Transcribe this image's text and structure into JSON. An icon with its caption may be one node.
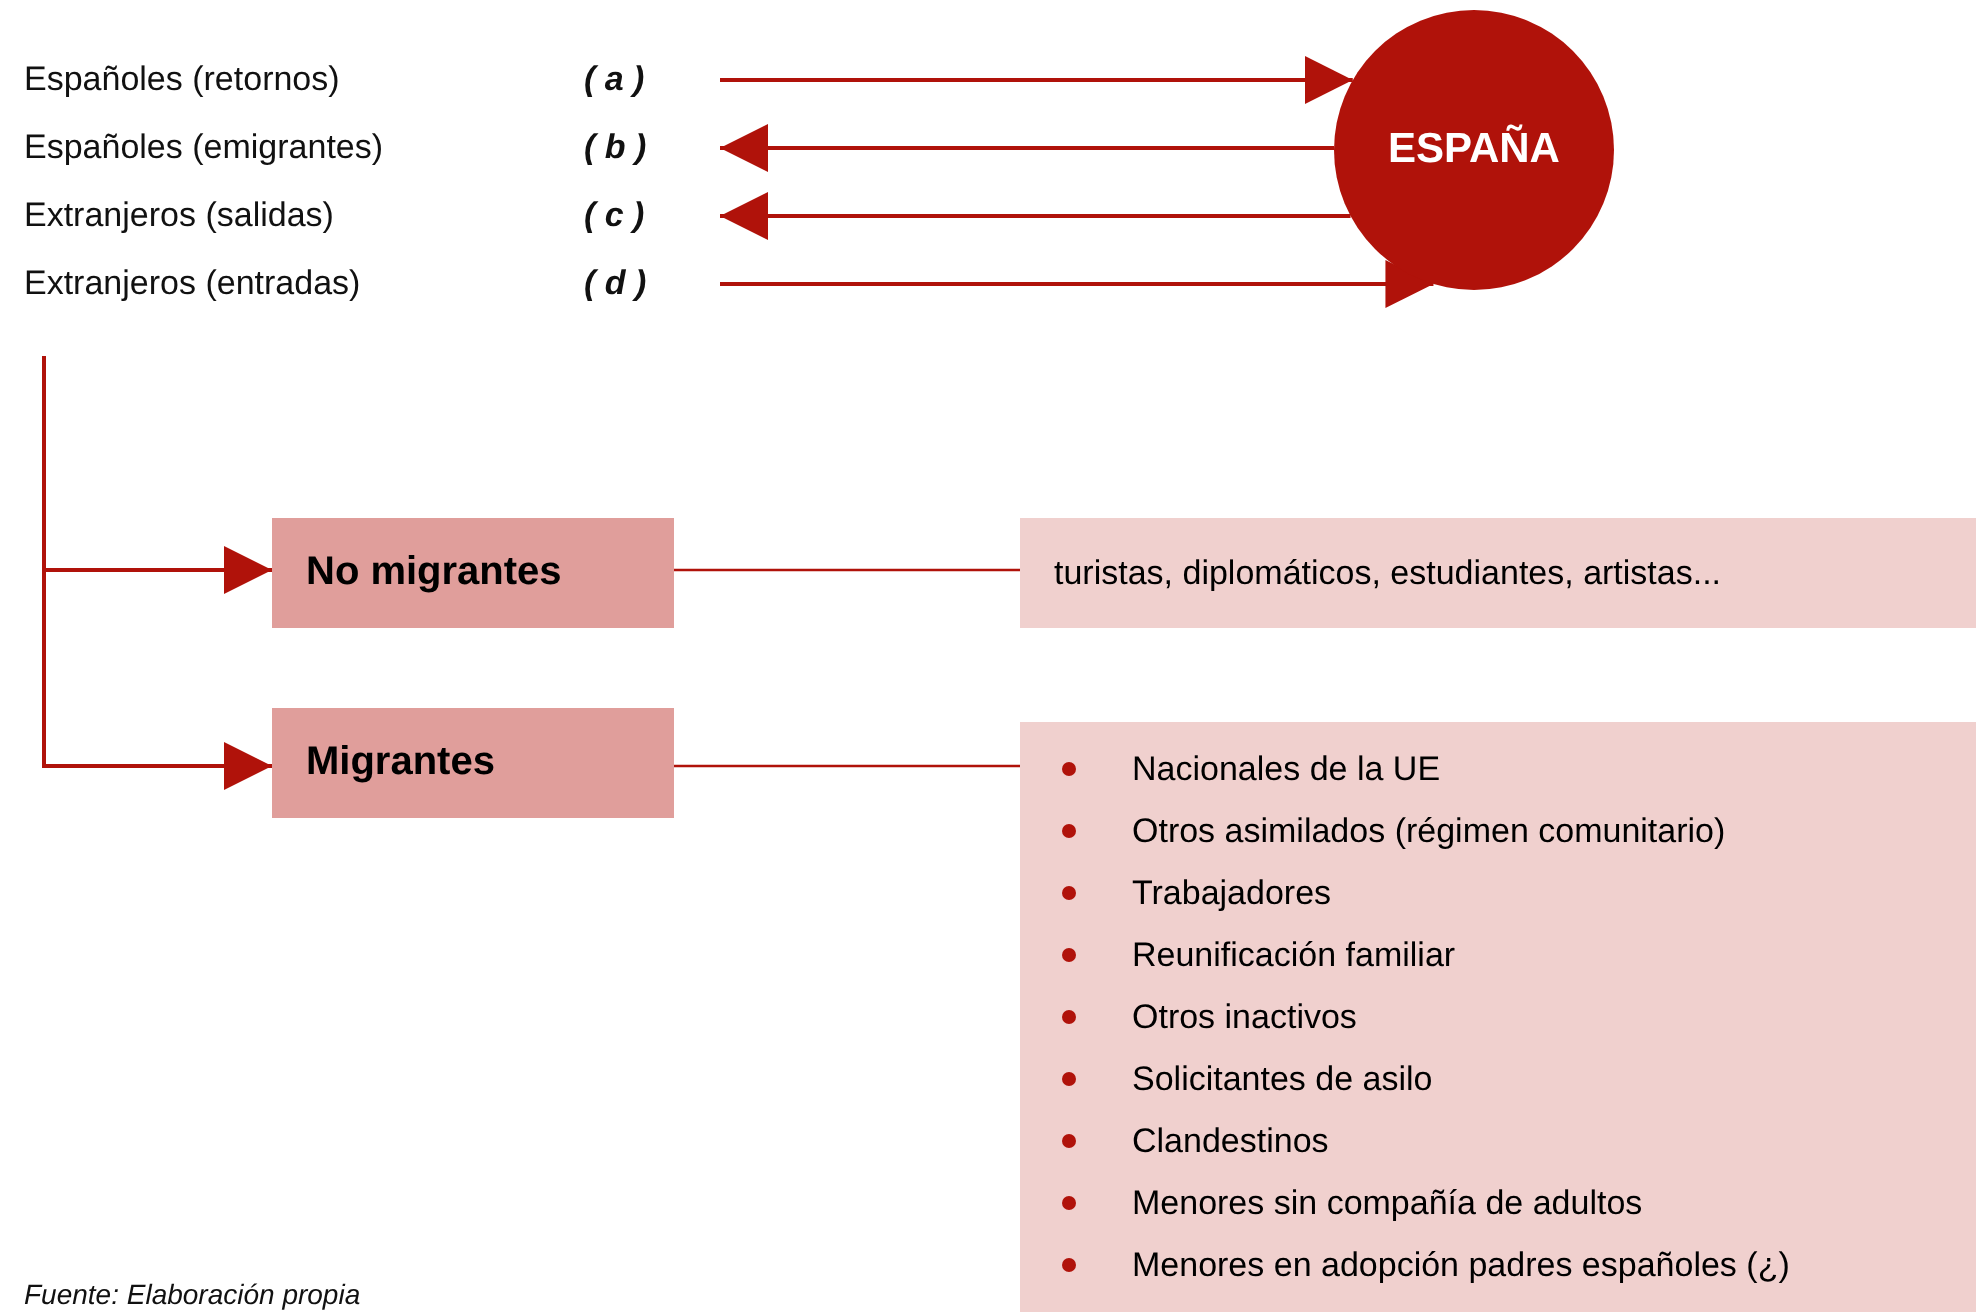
{
  "diagram": {
    "caption": "Fuente: Elaboración propia",
    "nodes": [
      {
        "text": [
          "ESPAÑA"
        ]
      },
      {
        "text": [
          "No migrantes"
        ]
      },
      {
        "text": [
          "turistas, diplomáticos, estudiantes, artistas..."
        ]
      },
      {
        "text": [
          "Migrantes"
        ]
      },
      {
        "text": [
          "Nacionales de la UE",
          "Otros asimilados (régimen comunitario)",
          "Trabajadores",
          "Reunificación familiar",
          "Otros inactivos",
          "Solicitantes de asilo",
          "Clandestinos",
          "Menores sin compañía de adultos",
          "Menores en adopción padres españoles (¿)"
        ]
      }
    ],
    "edges": [
      {
        "from": null,
        "to": 0,
        "arrow": "to"
      },
      {
        "from": 0,
        "to": null,
        "arrow": "to"
      },
      {
        "from": 0,
        "to": null,
        "arrow": "to"
      },
      {
        "from": null,
        "to": 0,
        "arrow": "to"
      },
      {
        "from": null,
        "to": 1,
        "arrow": "to"
      },
      {
        "from": null,
        "to": 3,
        "arrow": "to"
      },
      {
        "from": 1,
        "to": 2,
        "arrow": "none"
      },
      {
        "from": 3,
        "to": 4,
        "arrow": "none"
      }
    ],
    "labels": [
      "Españoles (retornos)",
      "( a )",
      "Españoles (emigrantes)",
      "( b )",
      "Extranjeros (salidas)",
      "( c )",
      "Extranjeros (entradas)",
      "( d )"
    ]
  }
}
